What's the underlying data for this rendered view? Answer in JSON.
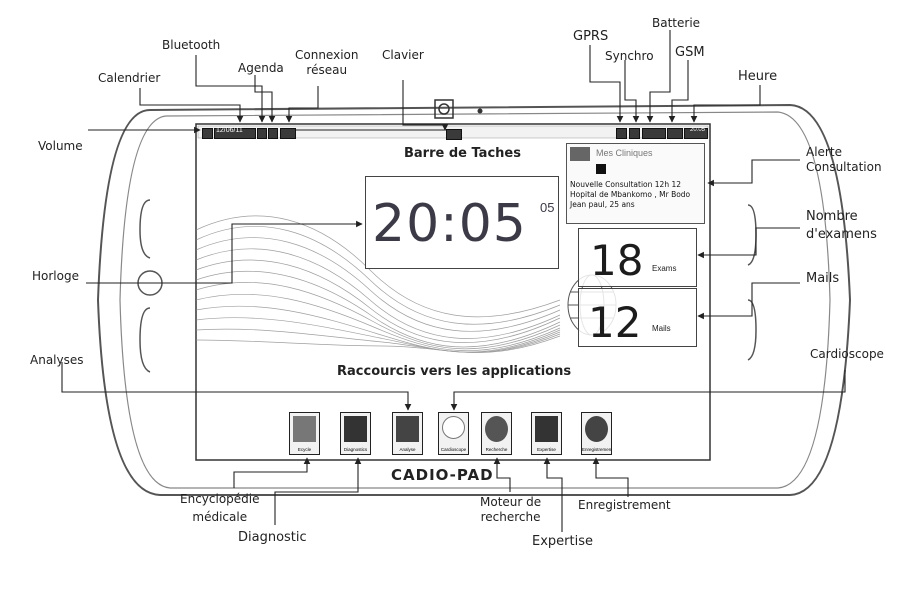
{
  "callouts": {
    "bluetooth": "Bluetooth",
    "calendrier": "Calendrier",
    "agenda": "Agenda",
    "connexion": "Connexion\nréseau",
    "clavier": "Clavier",
    "gprs": "GPRS",
    "synchro": "Synchro",
    "batterie": "Batterie",
    "gsm": "GSM",
    "heure": "Heure",
    "volume": "Volume",
    "barre_taches": "Barre de Taches",
    "alerte": "Alerte\nConsultation",
    "nombre_examens": "Nombre\nd'examens",
    "horloge": "Horloge",
    "mails": "Mails",
    "analyses": "Analyses",
    "raccourcis": "Raccourcis vers les applications",
    "cardioscope": "Cardioscope",
    "encyclopedie": "Encyclopédie\nmédicale",
    "diagnostic": "Diagnostic",
    "moteur": "Moteur de\nrecherche",
    "expertise": "Expertise",
    "enregistrement": "Enregistrement"
  },
  "screen": {
    "date": "12/06/11",
    "heure": "20:05",
    "clock_time": "20:05",
    "clock_seconds": "05",
    "alert_title": "Mes Cliniques",
    "alert_message": "Nouvelle Consultation 12h 12 Hopital de Mbankomo , Mr Bodo Jean paul, 25 ans",
    "exams_count": "18",
    "exams_label": "Exams",
    "mails_count": "12",
    "mails_label": "Mails",
    "brand": "CADIO-PAD"
  },
  "dock": [
    {
      "label": "Ecycle",
      "icon": "magnifier-icon"
    },
    {
      "label": "Diagnostics",
      "icon": "stethoscope-icon"
    },
    {
      "label": "Analyse",
      "icon": "analysis-icon"
    },
    {
      "label": "Cardioscope",
      "icon": "heartbeat-icon"
    },
    {
      "label": "Recherche",
      "icon": "globe-icon"
    },
    {
      "label": "Expertise",
      "icon": "expert-icon"
    },
    {
      "label": "Enregistrement",
      "icon": "record-icon"
    }
  ],
  "colors": {
    "line": "#2a2a2a",
    "device": "#555555",
    "screen_bg": "#ffffff"
  }
}
